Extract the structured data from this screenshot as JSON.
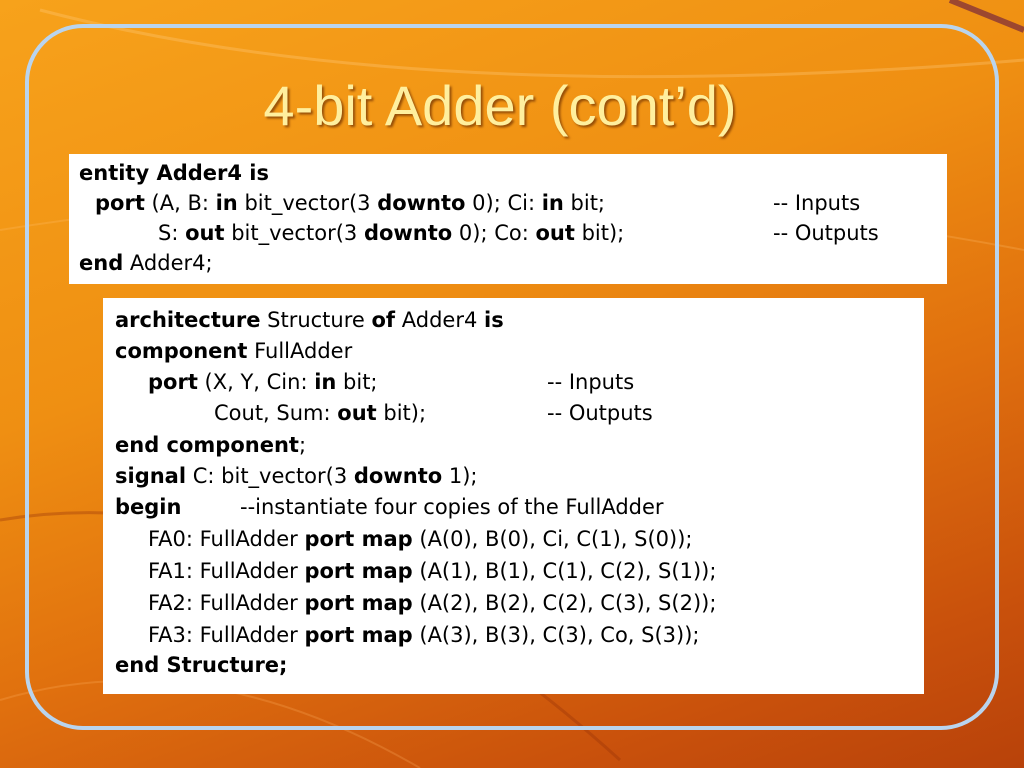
{
  "slide": {
    "title": "4-bit Adder (cont’d)"
  },
  "entity_block": {
    "lines": [
      {
        "segments": [
          {
            "text": "entity Adder4 is",
            "bold": true
          }
        ],
        "comment": ""
      },
      {
        "segments": [
          {
            "text": "port",
            "bold": true
          },
          {
            "text": " (A, B: ",
            "bold": false
          },
          {
            "text": "in",
            "bold": true
          },
          {
            "text": " bit_vector(3 ",
            "bold": false
          },
          {
            "text": "downto",
            "bold": true
          },
          {
            "text": " 0); Ci: ",
            "bold": false
          },
          {
            "text": "in",
            "bold": true
          },
          {
            "text": " bit;",
            "bold": false
          }
        ],
        "comment": "-- Inputs"
      },
      {
        "segments": [
          {
            "text": "S: ",
            "bold": false
          },
          {
            "text": "out",
            "bold": true
          },
          {
            "text": " bit_vector(3 ",
            "bold": false
          },
          {
            "text": "downto",
            "bold": true
          },
          {
            "text": " 0); Co: ",
            "bold": false
          },
          {
            "text": "out",
            "bold": true
          },
          {
            "text": " bit);",
            "bold": false
          }
        ],
        "comment": "-- Outputs"
      },
      {
        "segments": [
          {
            "text": "end",
            "bold": true
          },
          {
            "text": " Adder4;",
            "bold": false
          }
        ],
        "comment": ""
      }
    ]
  },
  "architecture_block": {
    "lines": [
      {
        "segments": [
          {
            "text": "architecture",
            "bold": true
          },
          {
            "text": " Structure ",
            "bold": false
          },
          {
            "text": "of",
            "bold": true
          },
          {
            "text": " Adder4 ",
            "bold": false
          },
          {
            "text": "is",
            "bold": true
          }
        ],
        "comment": ""
      },
      {
        "segments": [
          {
            "text": "component",
            "bold": true
          },
          {
            "text": " FullAdder",
            "bold": false
          }
        ],
        "comment": ""
      },
      {
        "segments": [
          {
            "text": "port",
            "bold": true
          },
          {
            "text": " (X, Y, Cin: ",
            "bold": false
          },
          {
            "text": "in",
            "bold": true
          },
          {
            "text": " bit;",
            "bold": false
          }
        ],
        "comment": "-- Inputs"
      },
      {
        "segments": [
          {
            "text": "Cout, Sum: ",
            "bold": false
          },
          {
            "text": "out",
            "bold": true
          },
          {
            "text": " bit);",
            "bold": false
          }
        ],
        "comment": "-- Outputs"
      },
      {
        "segments": [
          {
            "text": "end component",
            "bold": true
          },
          {
            "text": ";",
            "bold": false
          }
        ],
        "comment": ""
      },
      {
        "segments": [
          {
            "text": "signal",
            "bold": true
          },
          {
            "text": " C: bit_vector(3 ",
            "bold": false
          },
          {
            "text": "downto",
            "bold": true
          },
          {
            "text": " 1);",
            "bold": false
          }
        ],
        "comment": ""
      },
      {
        "segments": [
          {
            "text": "begin",
            "bold": true
          }
        ],
        "comment": "--instantiate four copies of the FullAdder"
      },
      {
        "segments": [
          {
            "text": "FA0: FullAdder ",
            "bold": false
          },
          {
            "text": "port map",
            "bold": true
          },
          {
            "text": " (A(0), B(0), Ci, C(1), S(0));",
            "bold": false
          }
        ],
        "comment": ""
      },
      {
        "segments": [
          {
            "text": "FA1: FullAdder ",
            "bold": false
          },
          {
            "text": "port map",
            "bold": true
          },
          {
            "text": " (A(1), B(1), C(1), C(2), S(1));",
            "bold": false
          }
        ],
        "comment": ""
      },
      {
        "segments": [
          {
            "text": "FA2: FullAdder ",
            "bold": false
          },
          {
            "text": "port map",
            "bold": true
          },
          {
            "text": " (A(2), B(2), C(2), C(3), S(2));",
            "bold": false
          }
        ],
        "comment": ""
      },
      {
        "segments": [
          {
            "text": "FA3: FullAdder ",
            "bold": false
          },
          {
            "text": "port map",
            "bold": true
          },
          {
            "text": " (A(3), B(3), C(3), Co, S(3));",
            "bold": false
          }
        ],
        "comment": ""
      },
      {
        "segments": [
          {
            "text": "end Structure;",
            "bold": true
          }
        ],
        "comment": ""
      }
    ]
  }
}
